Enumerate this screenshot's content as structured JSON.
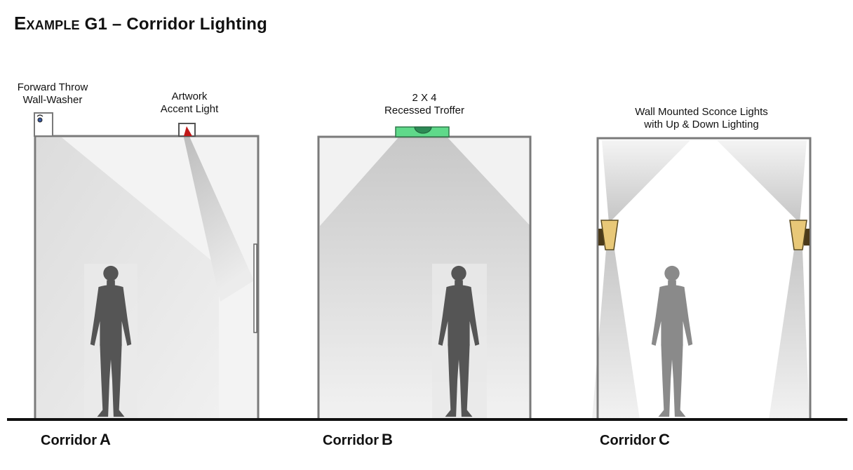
{
  "title": {
    "prefix": "Example",
    "rest": " G1 – Corridor  Lighting"
  },
  "labels": {
    "wall_washer": [
      "Forward Throw",
      "Wall-Washer"
    ],
    "accent": [
      "Artwork",
      "Accent Light"
    ],
    "troffer": [
      "2 X 4",
      "Recessed Troffer"
    ],
    "sconce": [
      "Wall Mounted Sconce Lights",
      "with Up & Down Lighting"
    ]
  },
  "corridors": [
    {
      "word": "Corridor",
      "letter": "A"
    },
    {
      "word": "Corridor",
      "letter": "B"
    },
    {
      "word": "Corridor",
      "letter": "C"
    }
  ],
  "colors": {
    "wall": "#7a7a7a",
    "floor": "#111111",
    "troffer": "#5fd98a",
    "sconce": "#e8c878",
    "sconce_back": "#4a3a1a",
    "accent": "#c01818",
    "person": "#555555"
  }
}
